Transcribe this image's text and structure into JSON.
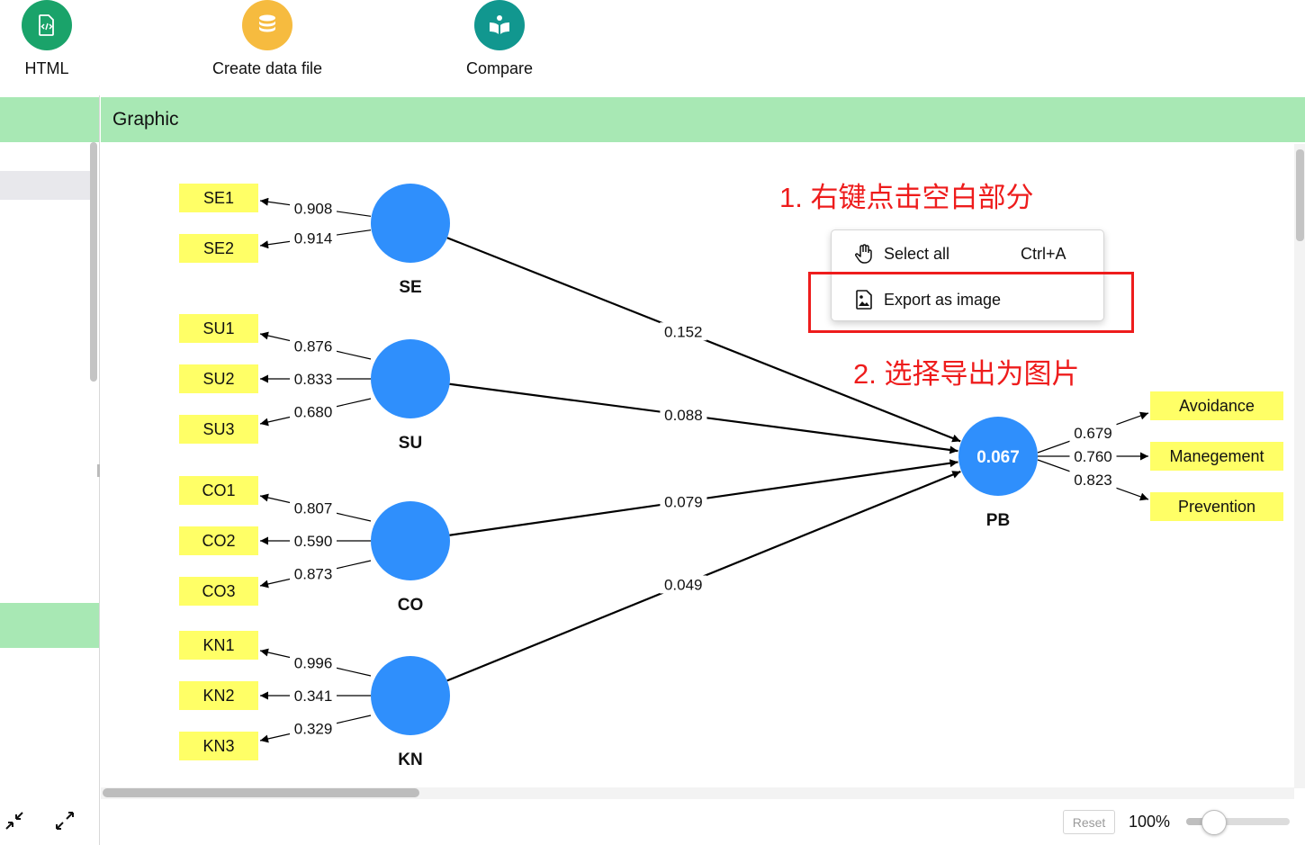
{
  "toolbar": {
    "buttons": [
      {
        "label": "HTML",
        "color": "#1aa36a",
        "icon": "code-file-icon"
      },
      {
        "label": "Create data file",
        "color": "#f6bb3f",
        "icon": "database-icon"
      },
      {
        "label": "Compare",
        "color": "#11978f",
        "icon": "open-book-icon"
      }
    ]
  },
  "graphic": {
    "title": "Graphic"
  },
  "diagram": {
    "node_color": "#2f8ffc",
    "indicator_color": "#ffff66",
    "constructs": [
      {
        "id": "SE",
        "label": "SE",
        "value": ""
      },
      {
        "id": "SU",
        "label": "SU",
        "value": ""
      },
      {
        "id": "CO",
        "label": "CO",
        "value": ""
      },
      {
        "id": "KN",
        "label": "KN",
        "value": ""
      },
      {
        "id": "PB",
        "label": "PB",
        "value": "0.067"
      }
    ],
    "indicators": [
      {
        "id": "SE1",
        "label": "SE1",
        "construct": "SE",
        "loading": "0.908"
      },
      {
        "id": "SE2",
        "label": "SE2",
        "construct": "SE",
        "loading": "0.914"
      },
      {
        "id": "SU1",
        "label": "SU1",
        "construct": "SU",
        "loading": "0.876"
      },
      {
        "id": "SU2",
        "label": "SU2",
        "construct": "SU",
        "loading": "0.833"
      },
      {
        "id": "SU3",
        "label": "SU3",
        "construct": "SU",
        "loading": "0.680"
      },
      {
        "id": "CO1",
        "label": "CO1",
        "construct": "CO",
        "loading": "0.807"
      },
      {
        "id": "CO2",
        "label": "CO2",
        "construct": "CO",
        "loading": "0.590"
      },
      {
        "id": "CO3",
        "label": "CO3",
        "construct": "CO",
        "loading": "0.873"
      },
      {
        "id": "KN1",
        "label": "KN1",
        "construct": "KN",
        "loading": "0.996"
      },
      {
        "id": "KN2",
        "label": "KN2",
        "construct": "KN",
        "loading": "0.341"
      },
      {
        "id": "KN3",
        "label": "KN3",
        "construct": "KN",
        "loading": "0.329"
      },
      {
        "id": "Avoidance",
        "label": "Avoidance",
        "construct": "PB",
        "loading": "0.679"
      },
      {
        "id": "Manegement",
        "label": "Manegement",
        "construct": "PB",
        "loading": "0.760"
      },
      {
        "id": "Prevention",
        "label": "Prevention",
        "construct": "PB",
        "loading": "0.823"
      }
    ],
    "paths": [
      {
        "from": "SE",
        "to": "PB",
        "coef": "0.152"
      },
      {
        "from": "SU",
        "to": "PB",
        "coef": "0.088"
      },
      {
        "from": "CO",
        "to": "PB",
        "coef": "0.079"
      },
      {
        "from": "KN",
        "to": "PB",
        "coef": "0.049"
      }
    ]
  },
  "context_menu": {
    "items": [
      {
        "label": "Select all",
        "shortcut": "Ctrl+A",
        "icon": "hand-pointer-icon"
      },
      {
        "label": "Export as image",
        "shortcut": "",
        "icon": "image-icon"
      }
    ]
  },
  "annotations": {
    "step1": "1. 右键点击空白部分",
    "step2": "2. 选择导出为图片",
    "color": "#ee1c1c"
  },
  "bottom_bar": {
    "reset_label": "Reset",
    "zoom_label": "100%",
    "zoom_level": 0.27
  }
}
